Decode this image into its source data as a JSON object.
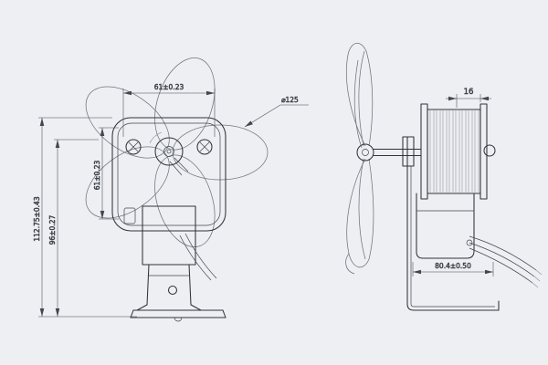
{
  "front_view": {
    "dim_width_top": "61±0.23",
    "dim_height_left_inner": "61±0.23",
    "dim_fan_diameter": "⌀125",
    "dim_overall_height": "112.75±0.43",
    "dim_height_to_base": "96±0.27"
  },
  "side_view": {
    "dim_stack_length": "16",
    "dim_depth": "80.4±0.50"
  },
  "colors": {
    "background": "#edeff2",
    "line_main": "#2f3439",
    "line_thin": "#8a8f98",
    "line_dim": "#42474e"
  }
}
